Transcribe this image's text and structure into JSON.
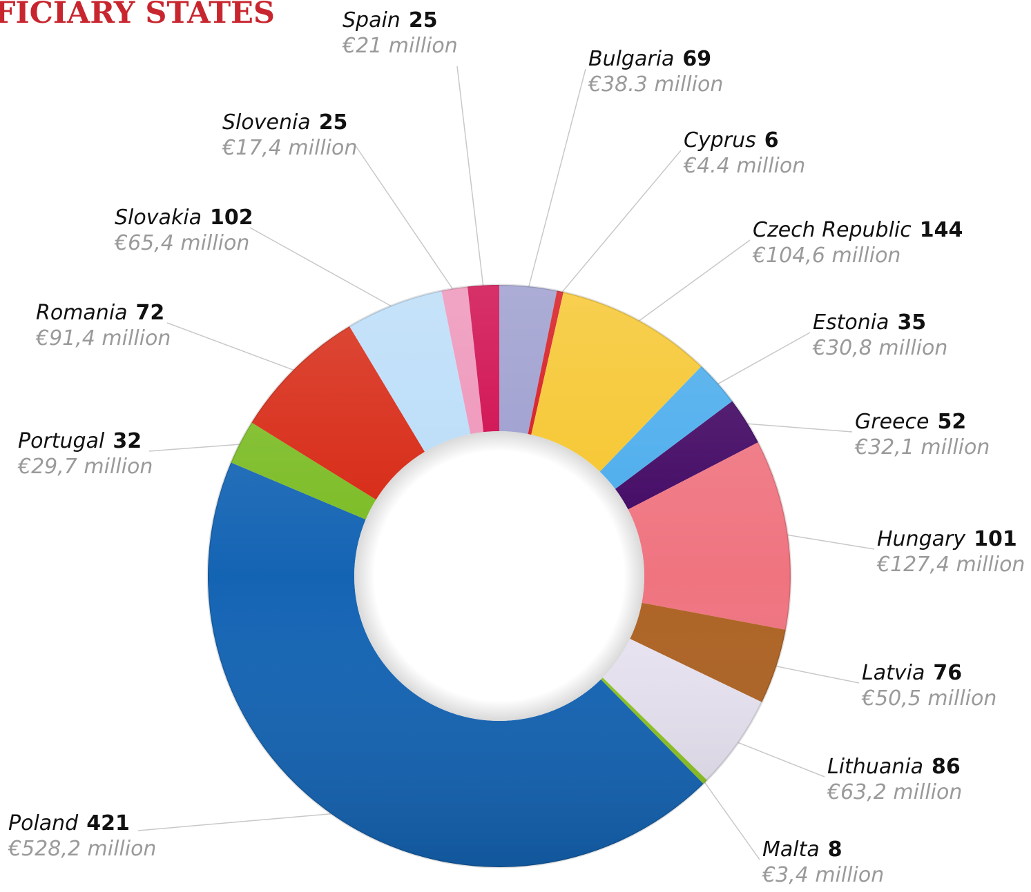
{
  "title": "FICIARY STATES",
  "chart_data": {
    "type": "donut",
    "title": "FICIARY STATES",
    "legend": "none",
    "grid": false,
    "series": [
      {
        "country": "Bulgaria",
        "count": 69,
        "amount": "€38.3 million",
        "value": 38.3,
        "color": "#9a9bcd"
      },
      {
        "country": "Cyprus",
        "count": 6,
        "amount": "€4.4 million",
        "value": 4.4,
        "color": "#d5121a"
      },
      {
        "country": "Czech Republic",
        "count": 144,
        "amount": "€104,6 million",
        "value": 104.6,
        "color": "#f6c52a"
      },
      {
        "country": "Estonia",
        "count": 35,
        "amount": "€30,8 million",
        "value": 30.8,
        "color": "#48abec"
      },
      {
        "country": "Greece",
        "count": 52,
        "amount": "€32,1 million",
        "value": 32.1,
        "color": "#3f0461"
      },
      {
        "country": "Hungary",
        "count": 101,
        "amount": "€127,4 million",
        "value": 127.4,
        "color": "#ef7480"
      },
      {
        "country": "Latvia",
        "count": 76,
        "amount": "€50,5 million",
        "value": 50.5,
        "color": "#ad6324"
      },
      {
        "country": "Lithuania",
        "count": 86,
        "amount": "€63,2 million",
        "value": 63.2,
        "color": "#e8e3f1"
      },
      {
        "country": "Malta",
        "count": 8,
        "amount": "€3,4 million",
        "value": 3.4,
        "color": "#8dc422"
      },
      {
        "country": "Poland",
        "count": 421,
        "amount": "€528,2 million",
        "value": 528.2,
        "color": "#1464b4"
      },
      {
        "country": "Portugal",
        "count": 32,
        "amount": "€29,7 million",
        "value": 29.7,
        "color": "#7abb22"
      },
      {
        "country": "Romania",
        "count": 72,
        "amount": "€91,4 million",
        "value": 91.4,
        "color": "#d6240f"
      },
      {
        "country": "Slovakia",
        "count": 102,
        "amount": "€65,4 million",
        "value": 65.4,
        "color": "#b9dcf8"
      },
      {
        "country": "Slovenia",
        "count": 25,
        "amount": "€17,4 million",
        "value": 17.4,
        "color": "#ee92b8"
      },
      {
        "country": "Spain",
        "count": 25,
        "amount": "€21 million",
        "value": 21,
        "color": "#ce0448"
      }
    ]
  }
}
